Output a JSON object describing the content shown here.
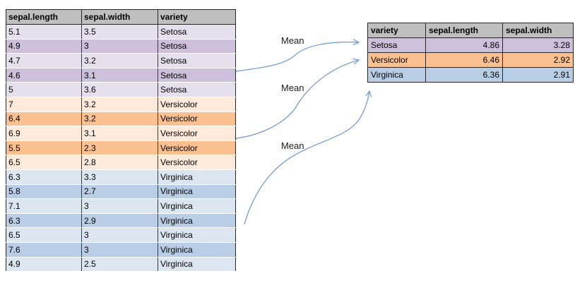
{
  "left_table": {
    "headers": [
      "sepal.length",
      "sepal.width",
      "variety"
    ],
    "rows": [
      {
        "sepal_length": "5.1",
        "sepal_width": "3.5",
        "variety": "Setosa",
        "tone": "light"
      },
      {
        "sepal_length": "4.9",
        "sepal_width": "3",
        "variety": "Setosa",
        "tone": "dark"
      },
      {
        "sepal_length": "4.7",
        "sepal_width": "3.2",
        "variety": "Setosa",
        "tone": "light"
      },
      {
        "sepal_length": "4.6",
        "sepal_width": "3.1",
        "variety": "Setosa",
        "tone": "dark"
      },
      {
        "sepal_length": "5",
        "sepal_width": "3.6",
        "variety": "Setosa",
        "tone": "light"
      },
      {
        "sepal_length": "7",
        "sepal_width": "3.2",
        "variety": "Versicolor",
        "tone": "light"
      },
      {
        "sepal_length": "6.4",
        "sepal_width": "3.2",
        "variety": "Versicolor",
        "tone": "dark"
      },
      {
        "sepal_length": "6.9",
        "sepal_width": "3.1",
        "variety": "Versicolor",
        "tone": "light"
      },
      {
        "sepal_length": "5.5",
        "sepal_width": "2.3",
        "variety": "Versicolor",
        "tone": "dark"
      },
      {
        "sepal_length": "6.5",
        "sepal_width": "2.8",
        "variety": "Versicolor",
        "tone": "light"
      },
      {
        "sepal_length": "6.3",
        "sepal_width": "3.3",
        "variety": "Virginica",
        "tone": "light"
      },
      {
        "sepal_length": "5.8",
        "sepal_width": "2.7",
        "variety": "Virginica",
        "tone": "dark"
      },
      {
        "sepal_length": "7.1",
        "sepal_width": "3",
        "variety": "Virginica",
        "tone": "light"
      },
      {
        "sepal_length": "6.3",
        "sepal_width": "2.9",
        "variety": "Virginica",
        "tone": "dark"
      },
      {
        "sepal_length": "6.5",
        "sepal_width": "3",
        "variety": "Virginica",
        "tone": "light"
      },
      {
        "sepal_length": "7.6",
        "sepal_width": "3",
        "variety": "Virginica",
        "tone": "dark"
      },
      {
        "sepal_length": "4.9",
        "sepal_width": "2.5",
        "variety": "Virginica",
        "tone": "light"
      }
    ]
  },
  "summary_table": {
    "headers": [
      "variety",
      "sepal.length",
      "sepal.width"
    ],
    "rows": [
      {
        "variety": "Setosa",
        "sepal_length": "4.86",
        "sepal_width": "3.28"
      },
      {
        "variety": "Versicolor",
        "sepal_length": "6.46",
        "sepal_width": "2.92"
      },
      {
        "variety": "Virginica",
        "sepal_length": "6.36",
        "sepal_width": "2.91"
      }
    ]
  },
  "annotations": {
    "mean_labels": [
      "Mean",
      "Mean",
      "Mean"
    ]
  },
  "colors": {
    "header_fill": "#BFBFBF",
    "arrow": "#7BA2D4",
    "varieties": {
      "Setosa": {
        "light": "#E6E0EC",
        "dark": "#CCC0DA"
      },
      "Versicolor": {
        "light": "#FDEADA",
        "dark": "#FAC090"
      },
      "Virginica": {
        "light": "#DCE6F1",
        "dark": "#B9CDE5"
      }
    },
    "summary_fills": {
      "Setosa": "#CCC0DA",
      "Versicolor": "#FAC090",
      "Virginica": "#B9CDE5"
    }
  }
}
